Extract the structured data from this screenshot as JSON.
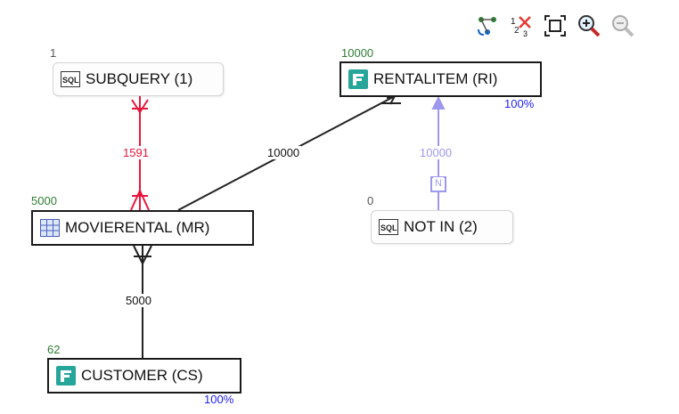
{
  "colors": {
    "count_green": "#2e7d32",
    "pct_blue": "#2222ee",
    "edge_black": "#222222",
    "edge_red": "#e8173c",
    "edge_lavender": "#9d98ee"
  },
  "toolbar": [
    {
      "name": "auto-layout-icon",
      "icon": "network-arrange-icon"
    },
    {
      "name": "renumber-icon",
      "icon": "numbers-cross-icon"
    },
    {
      "name": "fit-to-window-icon",
      "icon": "frame-fit-icon"
    },
    {
      "name": "zoom-in-icon",
      "icon": "magnifier-plus-icon"
    },
    {
      "name": "zoom-out-icon",
      "icon": "magnifier-disabled-icon"
    }
  ],
  "nodes": {
    "subquery": {
      "label": "SUBQUERY (1)",
      "count": "1",
      "icon": "sql-icon"
    },
    "rentalitem": {
      "label": "RENTALITEM (RI)",
      "count": "10000",
      "pct": "100%",
      "icon": "table-filter-icon"
    },
    "movierental": {
      "label": "MOVIERENTAL (MR)",
      "count": "5000",
      "icon": "table-icon"
    },
    "notin": {
      "label": "NOT IN (2)",
      "count": "0",
      "icon": "sql-icon"
    },
    "customer": {
      "label": "CUSTOMER (CS)",
      "count": "62",
      "pct": "100%",
      "icon": "table-filter-icon"
    }
  },
  "edges": {
    "subquery_movierental": "1591",
    "movierental_rentalitem": "10000",
    "notin_rentalitem": "10000",
    "movierental_customer": "5000",
    "notin_marker": "N"
  }
}
